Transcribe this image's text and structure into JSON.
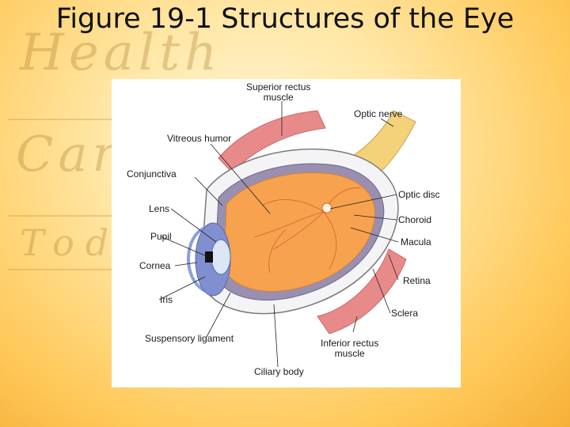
{
  "title": "Figure 19-1 Structures of the Eye",
  "background_words": {
    "health": "Health",
    "care": "Care",
    "today": "Today"
  },
  "colors": {
    "background": "#ffd777",
    "vitreous": "#f7a24f",
    "muscle": "#e98a8a",
    "optic_nerve": "#f3d27a",
    "iris": "#7f8fd0"
  },
  "labels": {
    "superior_rectus_muscle": "Superior rectus\nmuscle",
    "optic_nerve": "Optic nerve",
    "vitreous_humor": "Vitreous humor",
    "conjunctiva": "Conjunctiva",
    "optic_disc": "Optic disc",
    "lens": "Lens",
    "choroid": "Choroid",
    "pupil": "Pupil",
    "macula": "Macula",
    "cornea": "Cornea",
    "retina": "Retina",
    "iris": "Iris",
    "sclera": "Sclera",
    "suspensory_ligament": "Suspensory ligament",
    "inferior_rectus_muscle": "Inferior rectus\nmuscle",
    "ciliary_body": "Ciliary body"
  }
}
